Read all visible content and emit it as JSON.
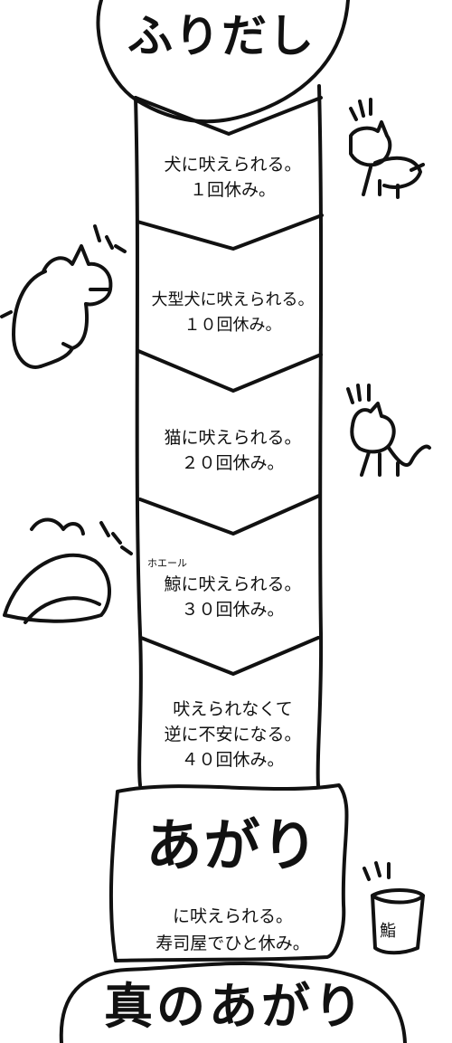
{
  "start": {
    "label": "ふりだし"
  },
  "squares": [
    {
      "lines": [
        "犬に吠えられる。",
        "１回休み。"
      ],
      "animal": "small-dog"
    },
    {
      "lines": [
        "大型犬に吠えられる。",
        "１０回休み。"
      ],
      "animal": "big-dog"
    },
    {
      "lines": [
        "猫に吠えられる。",
        "２０回休み。"
      ],
      "animal": "cat"
    },
    {
      "lines": [
        "鯨に吠えられる。",
        "３０回休み。"
      ],
      "ruby": "ホエール",
      "animal": "whale"
    },
    {
      "lines": [
        "吠えられなくて",
        "逆に不安になる。",
        "４０回休み。"
      ]
    }
  ],
  "goal": {
    "label": "あがり",
    "lines": [
      "に吠えられる。",
      "寿司屋でひと休み。"
    ],
    "cup_text": "鮨"
  },
  "final": {
    "label": "真のあがり"
  },
  "colors": {
    "ink": "#111111",
    "paper": "#ffffff"
  }
}
